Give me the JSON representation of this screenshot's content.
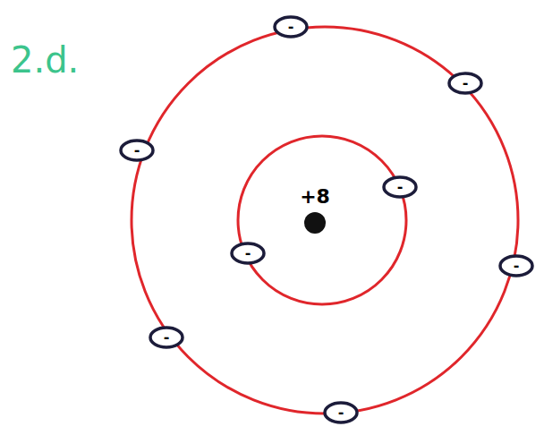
{
  "diagram": {
    "nodes": [
      {
        "text": [
          "+8"
        ]
      },
      {
        "text": [
          "-"
        ]
      },
      {
        "text": [
          "-"
        ]
      },
      {
        "text": [
          "-"
        ]
      },
      {
        "text": [
          "-"
        ]
      },
      {
        "text": [
          "-"
        ]
      },
      {
        "text": [
          "-"
        ]
      },
      {
        "text": [
          "-"
        ]
      },
      {
        "text": [
          "-"
        ]
      }
    ],
    "labels": [
      "2.d."
    ]
  }
}
